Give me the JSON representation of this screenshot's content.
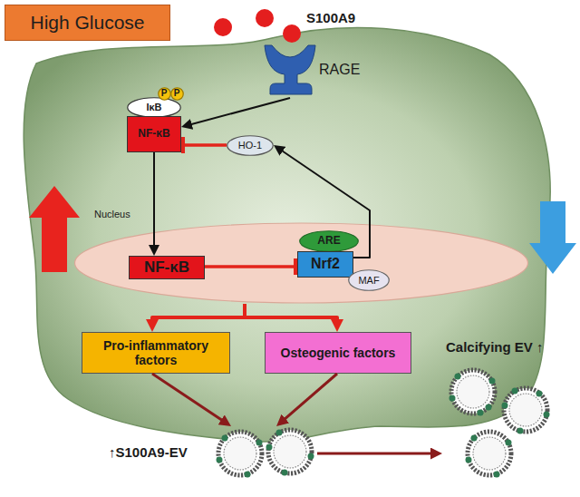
{
  "diagram": {
    "title": "High Glucose",
    "nodes": [
      {
        "text": [
          "RAGE"
        ]
      },
      {
        "text": [
          "IκB"
        ]
      },
      {
        "text": [
          "P"
        ]
      },
      {
        "text": [
          "P"
        ]
      },
      {
        "text": [
          "NF-κB"
        ]
      },
      {
        "text": [
          "HO-1"
        ]
      },
      {
        "text": [
          "Nucleus"
        ]
      },
      {
        "text": [
          "NF-κB"
        ],
        "in": 6
      },
      {
        "text": [
          "ARE"
        ],
        "in": 6
      },
      {
        "text": [
          "Nrf2"
        ],
        "in": 6
      },
      {
        "text": [
          "MAF"
        ],
        "in": 6
      },
      {
        "text": [
          "Pro-inflammatory factors"
        ]
      },
      {
        "text": [
          "Osteogenic factors"
        ]
      },
      {
        "text": [
          "↑S100A9-EV"
        ]
      },
      {
        "text": [
          "Calcifying EV ↑"
        ]
      }
    ],
    "edges": [
      {
        "from": 0,
        "to": 4,
        "arrow": "to"
      },
      {
        "from": 4,
        "to": 7,
        "arrow": "to"
      },
      {
        "from": 5,
        "to": 4,
        "arrow": "to"
      },
      {
        "from": 9,
        "to": 5,
        "arrow": "to"
      },
      {
        "from": 7,
        "to": 9,
        "arrow": "to"
      },
      {
        "from": 6,
        "to": 11,
        "arrow": "to"
      },
      {
        "from": 6,
        "to": 12,
        "arrow": "to"
      },
      {
        "from": 11,
        "to": 13,
        "arrow": "to"
      },
      {
        "from": 12,
        "to": 13,
        "arrow": "to"
      },
      {
        "from": 13,
        "to": 14,
        "arrow": "to"
      }
    ],
    "labels": [
      "S100A9"
    ]
  }
}
